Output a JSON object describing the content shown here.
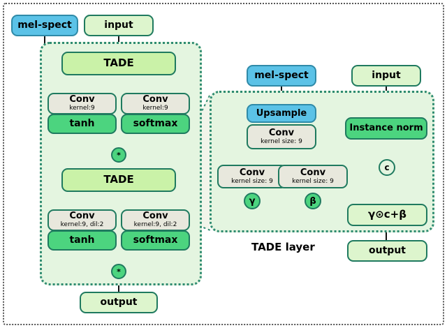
{
  "diagram": {
    "title_caption": "TADE layer",
    "colors": {
      "mel_spect": "#5bc2e7",
      "pale_green": "#ddf5cd",
      "bright_green": "#4cd47f",
      "conv_grey": "#e8e8dd",
      "tade_light_green": "#caf2a8",
      "panel_bg": "#e4f5e0",
      "border_green": "#1f7a5f",
      "dotted_border": "#2e8b70",
      "outer_frame": "#555555"
    },
    "left_block": {
      "inputs": [
        {
          "id": "mel-spect",
          "label": "mel-spect",
          "style": "blue"
        },
        {
          "id": "input",
          "label": "input",
          "style": "pale"
        }
      ],
      "stages": [
        {
          "tade_label": "TADE",
          "conv_left": {
            "label": "Conv",
            "sub": "kernel:9"
          },
          "conv_right": {
            "label": "Conv",
            "sub": "kernel:9"
          },
          "act_left": "tanh",
          "act_right": "softmax",
          "merge_op": "*"
        },
        {
          "tade_label": "TADE",
          "conv_left": {
            "label": "Conv",
            "sub": "kernel:9, dil:2"
          },
          "conv_right": {
            "label": "Conv",
            "sub": "kernel:9, dil:2"
          },
          "act_left": "tanh",
          "act_right": "softmax",
          "merge_op": "*"
        }
      ],
      "output": {
        "label": "output"
      }
    },
    "tade_detail": {
      "caption": "TADE layer",
      "mel_spect": "mel-spect",
      "input": "input",
      "upsample": "Upsample",
      "conv_top": {
        "label": "Conv",
        "sub": "kernel size: 9"
      },
      "conv_gamma": {
        "label": "Conv",
        "sub": "kernel size: 9"
      },
      "conv_beta": {
        "label": "Conv",
        "sub": "kernel size: 9"
      },
      "gamma": "γ",
      "beta": "β",
      "instance_norm": "Instance norm",
      "c_node": "c",
      "formula": "γ⊙c+β",
      "output": "output"
    }
  }
}
